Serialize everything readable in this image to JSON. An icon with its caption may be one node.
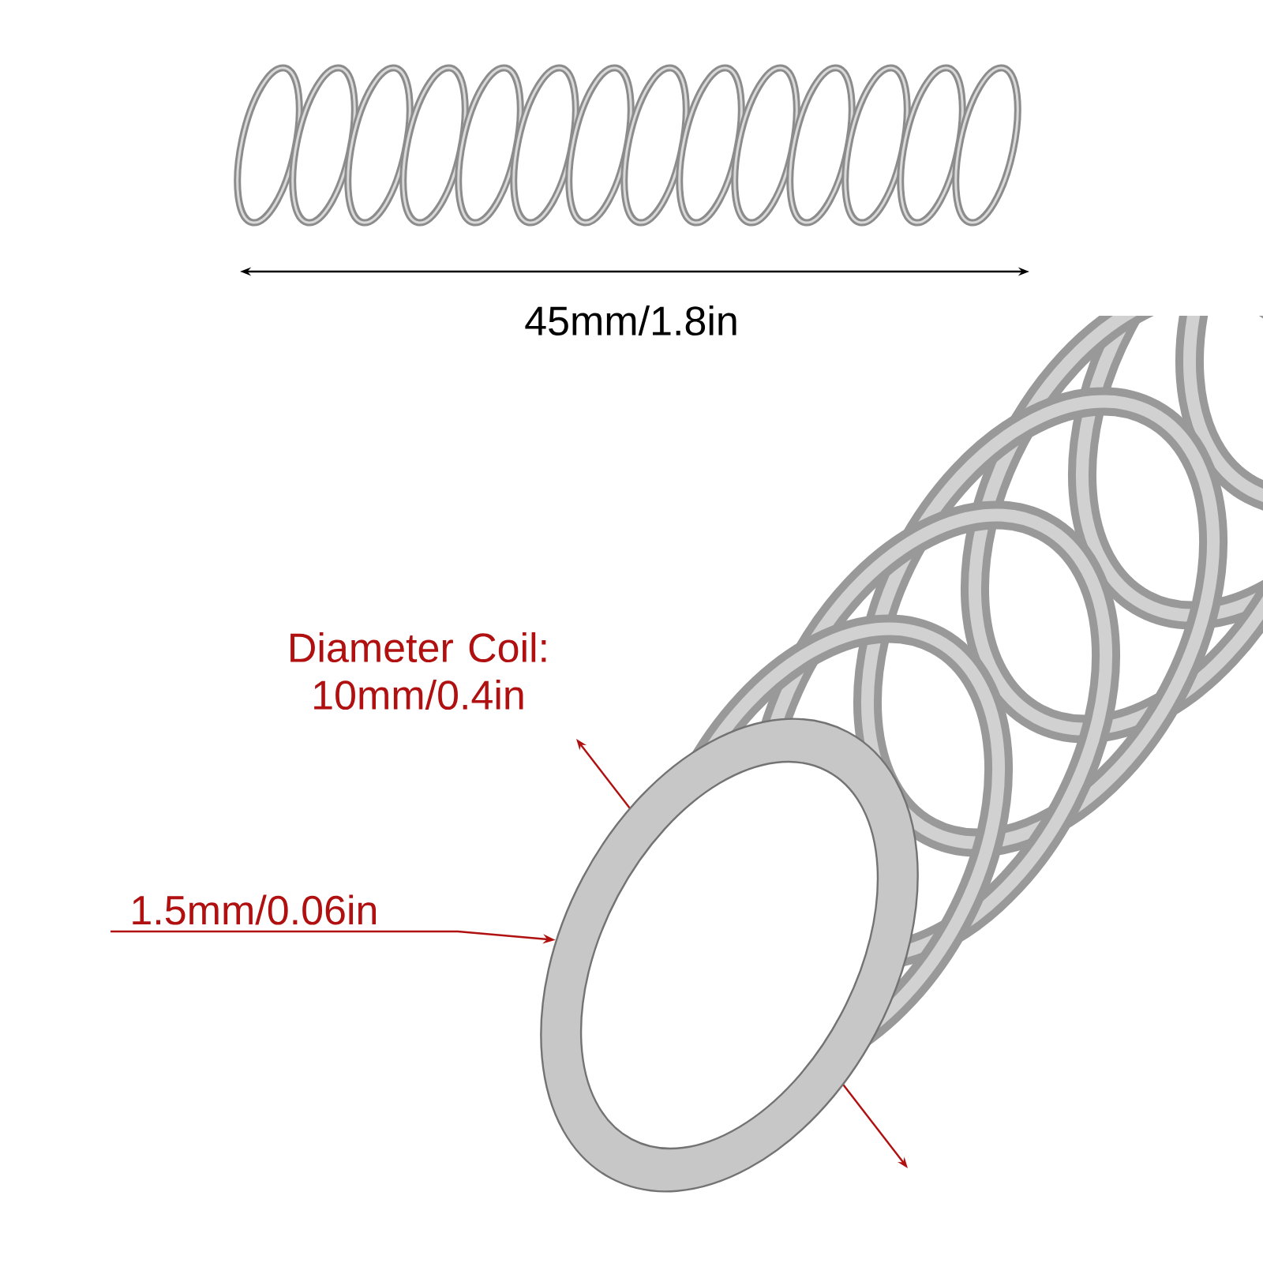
{
  "diagram": {
    "nodes": [
      {
        "text": [
          "1.5mm/0.06in"
        ]
      },
      {
        "text": [],
        "shape": "picture"
      }
    ],
    "edges": [
      {
        "from": 0,
        "to": 1,
        "arrow": "to"
      }
    ],
    "labels": [
      "45mm/1.8in",
      "Diameter Coil: 10mm/0.4in"
    ]
  }
}
